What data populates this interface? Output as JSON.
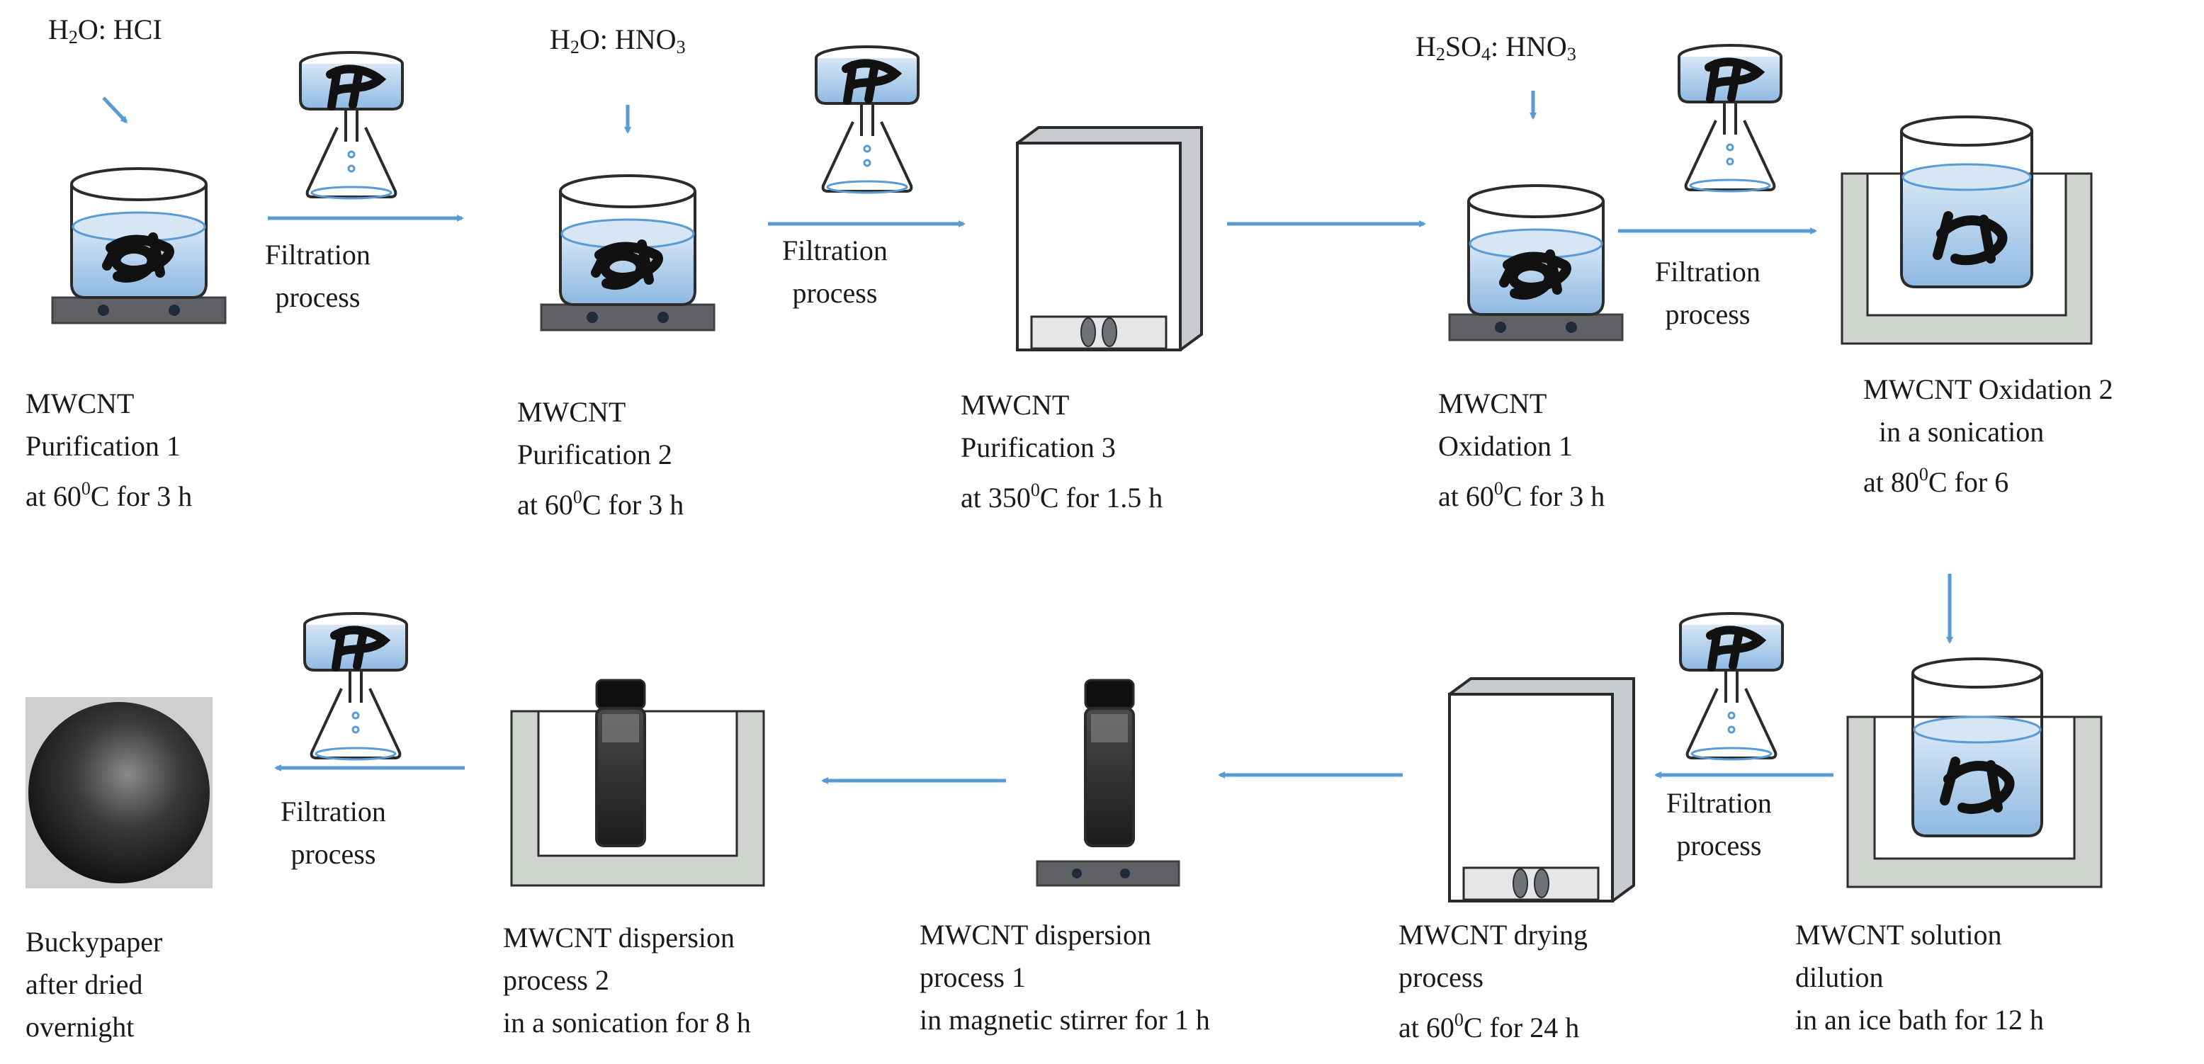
{
  "reagents": {
    "r1": {
      "a": "H",
      "s1": "2",
      "b": "O: HCI"
    },
    "r2": {
      "a": "H",
      "s1": "2",
      "b": "O: HNO",
      "s2": "3"
    },
    "r3": {
      "a": "H",
      "s1": "2",
      "b": "SO",
      "s2": "4",
      "c": ": HNO",
      "s3": "3"
    }
  },
  "filtration": {
    "line1": "Filtration",
    "line2": "process"
  },
  "steps": {
    "p1": {
      "l1": "MWCNT",
      "l2": "Purification 1",
      "l3a": "at 60",
      "l3sup": "0",
      "l3b": "C for 3 h"
    },
    "p2": {
      "l1": "MWCNT",
      "l2": "Purification 2",
      "l3a": "at 60",
      "l3sup": "0",
      "l3b": "C for 3 h"
    },
    "p3": {
      "l1": "MWCNT",
      "l2": "Purification 3",
      "l3a": "at 350",
      "l3sup": "0",
      "l3b": "C for 1.5 h"
    },
    "o1": {
      "l1": "MWCNT",
      "l2": "Oxidation 1",
      "l3a": "at 60",
      "l3sup": "0",
      "l3b": "C for 3 h"
    },
    "o2": {
      "l1": "MWCNT Oxidation 2",
      "l2": "in a sonication",
      "l3a": "at 80",
      "l3sup": "0",
      "l3b": "C for 6"
    },
    "dil": {
      "l1": "MWCNT solution",
      "l2": "dilution",
      "l3": "in an ice bath for 12 h"
    },
    "dry": {
      "l1": "MWCNT drying",
      "l2": "process",
      "l3a": "at 60",
      "l3sup": "0",
      "l3b": "C for 24 h"
    },
    "d1": {
      "l1": "MWCNT dispersion",
      "l2": "process 1",
      "l3": "in magnetic stirrer for 1 h"
    },
    "d2": {
      "l1": "MWCNT dispersion",
      "l2": "process 2",
      "l3": "in a sonication for 8 h"
    },
    "bp": {
      "l1": "Buckypaper",
      "l2": "after dried",
      "l3": "overnight"
    }
  },
  "colors": {
    "arrow": "#5b9bd5",
    "liquid": "#a9cbea",
    "liquid_light": "#d6e6f5",
    "stirrer_plate": "#5f6165",
    "oven_side": "#c8ccd0",
    "ice_bath": "#cfd4cf",
    "nanotube": "#111111"
  }
}
